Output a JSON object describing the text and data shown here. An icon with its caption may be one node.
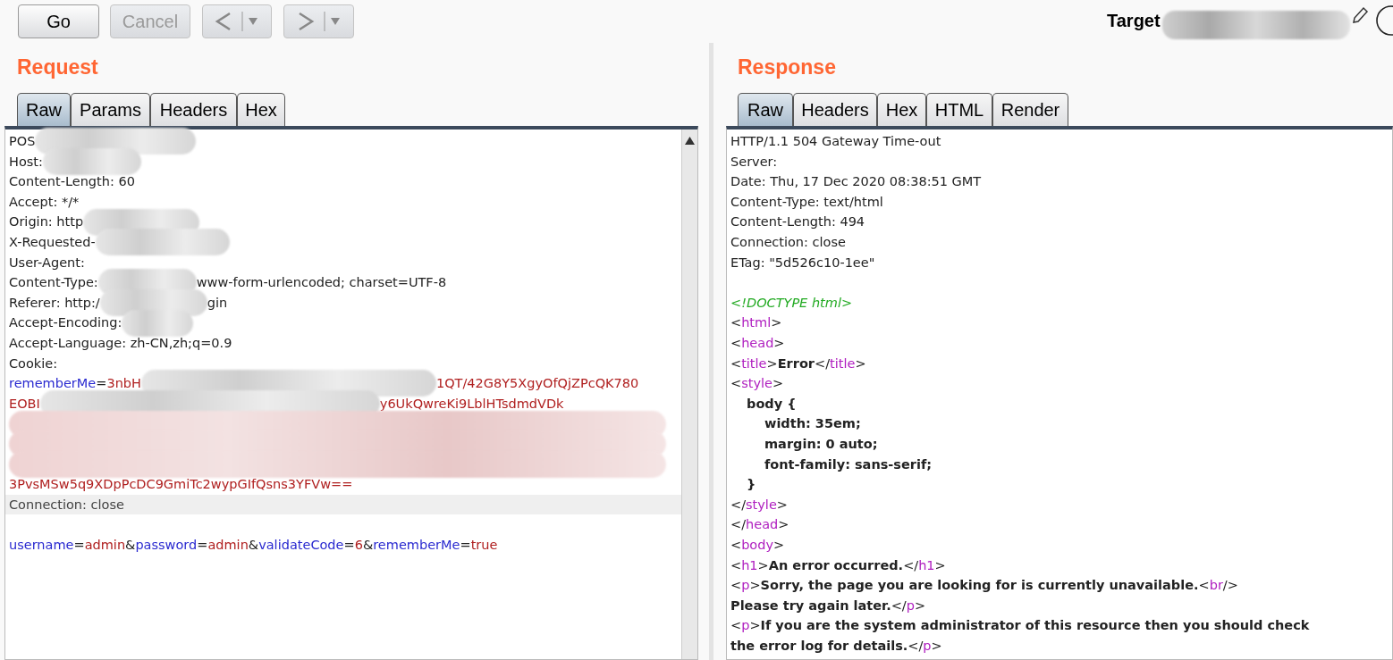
{
  "diagram": {
    "nodes": [
      {
        "text": [
          "Go"
        ]
      },
      {
        "text": [
          "Cancel"
        ]
      },
      {
        "text": [],
        "shape": "box"
      },
      {
        "text": [],
        "shape": "box"
      },
      {
        "text": [
          "Request"
        ]
      },
      {
        "text": [
          "Raw"
        ],
        "in": 4
      },
      {
        "text": [
          "Params"
        ],
        "in": 4
      },
      {
        "text": [
          "Headers"
        ],
        "in": 4
      },
      {
        "text": [
          "Hex"
        ],
        "in": 4
      },
      {
        "text": [
          "POS",
          "Host:",
          "Content-Length: 60",
          "Accept: */*",
          "Origin: http",
          "X-Requested-",
          "User-Agent:",
          "Content-Type:",
          "www-form-urlencoded; charset=UTF-8",
          "Referer: http:/",
          "gin",
          "Accept-Encoding:",
          "Accept-Language: zh-CN,zh;q=0.9",
          "Cookie:",
          "rememberMe=3nbH",
          "1QT/42G8Y5XgyOfQjZPcQK780",
          "EOBI",
          "y6UkQwreKi9LblHTsdmdVDk",
          "3PvsMSw5q9XDpPcDC9GmiTc2wypGIfQsns3YFVw==",
          "Connection: close",
          "username=admin&password=admin&validateCode=6&rememberMe=true"
        ],
        "in": 4
      },
      {
        "text": [
          "Response"
        ]
      },
      {
        "text": [
          "Raw"
        ],
        "in": 10
      },
      {
        "text": [
          "Headers"
        ],
        "in": 10
      },
      {
        "text": [
          "Hex"
        ],
        "in": 10
      },
      {
        "text": [
          "HTML"
        ],
        "in": 10
      },
      {
        "text": [
          "Render"
        ],
        "in": 10
      },
      {
        "text": [
          "HTTP/1.1 504 Gateway Time-out",
          "Server:",
          "Date: Thu, 17 Dec 2020 08:38:51 GMT",
          "Content-Type: text/html",
          "Content-Length: 494",
          "Connection: close",
          "ETag: \"5d526c10-1ee\"",
          "<!DOCTYPE html>",
          "<html>",
          "<head>",
          "<title>Error</title>",
          "<style>",
          "body {",
          "width: 35em;",
          "margin: 0 auto;",
          "font-family: sans-serif;",
          "}",
          "</style>",
          "</head>",
          "<body>",
          "<h1>An error occurred.</h1>",
          "<p>Sorry, the page you are looking for is currently unavailable.<br/>",
          "Please try again later.</p>",
          "<p>If you are the system administrator of this resource then you should check the error log for details.</p>"
        ],
        "in": 10
      }
    ],
    "labels": [
      "Target"
    ]
  }
}
